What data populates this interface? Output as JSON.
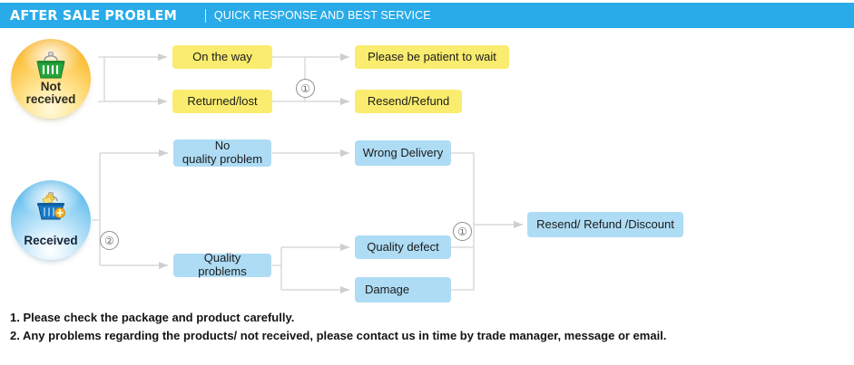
{
  "header": {
    "title": "AFTER SALE PROBLEM",
    "divider": "|",
    "subtitle": "QUICK RESPONSE AND BEST SERVICE",
    "bar_color": "#29abe9",
    "text_color": "#ffffff"
  },
  "diagram": {
    "colors": {
      "yellow_node": "#faec6e",
      "blue_node": "#aedcf5",
      "connector": "#d6d6d6",
      "marker_stroke": "#8f8f8f"
    },
    "badges": [
      {
        "id": "not-received",
        "label": "Not\nreceived",
        "label_line1": "Not",
        "label_line2": "received",
        "icon": "shopping-basket-icon",
        "accent": "#fcc23f"
      },
      {
        "id": "received",
        "label": "Received",
        "icon": "shopping-basket-filled-icon",
        "accent": "#3aa8e4"
      }
    ],
    "nodes": {
      "on_the_way": "On the way",
      "returned_lost": "Returned/lost",
      "be_patient": "Please be patient to wait",
      "resend_refund": "Resend/Refund",
      "no_quality_problem_line1": "No",
      "no_quality_problem_line2": "quality problem",
      "quality_problems": "Quality problems",
      "wrong_delivery": "Wrong Delivery",
      "quality_defect": "Quality defect",
      "damage": "Damage",
      "final_outcome": "Resend/ Refund /Discount"
    },
    "markers": {
      "top_one": "①",
      "left_two": "②",
      "right_one": "①"
    }
  },
  "footer": {
    "note_1": "1. Please check the package and product carefully.",
    "note_2": "2. Any problems regarding the products/ not received, please contact us in time by trade manager, message or email."
  }
}
